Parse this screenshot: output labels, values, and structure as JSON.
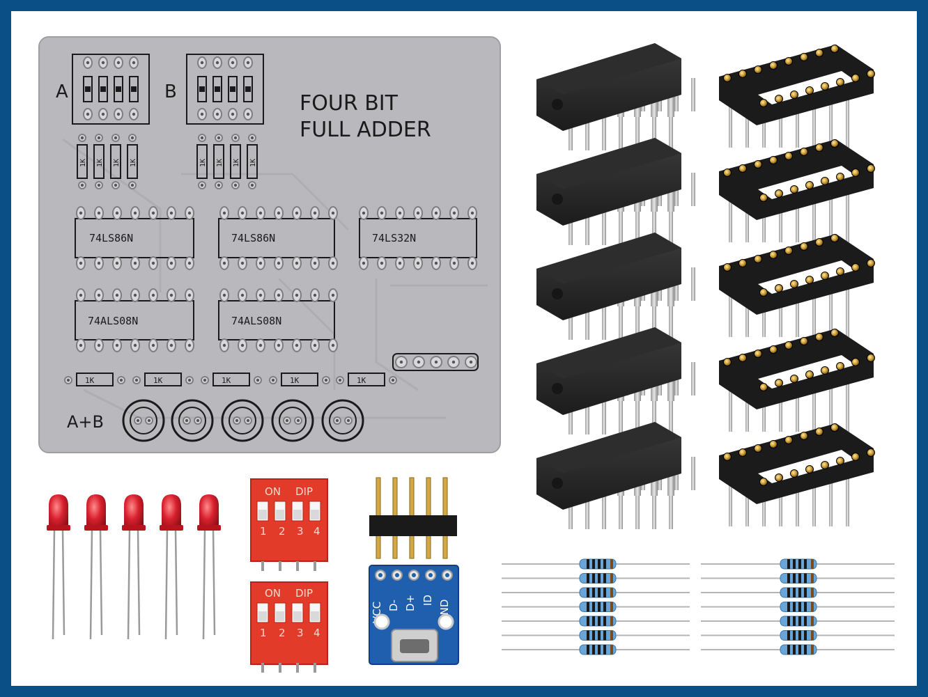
{
  "pcb": {
    "title_line1": "FOUR BIT",
    "title_line2": "FULL ADDER",
    "label_a": "A",
    "label_b": "B",
    "label_sum": "A+B",
    "resistor_label": "1K",
    "chips": [
      "74LS86N",
      "74LS86N",
      "74LS32N",
      "74ALS08N",
      "74ALS08N"
    ]
  },
  "dip_switch": {
    "on_label": "ON",
    "dip_label": "DIP",
    "numbers": [
      "1",
      "2",
      "3",
      "4"
    ]
  },
  "usb_breakout": {
    "pins": [
      "VCC",
      "D-",
      "D+",
      "ID",
      "GND"
    ]
  },
  "colors": {
    "background": "#0a4f86",
    "pcb": "#b9b9bd",
    "led": "#d8202e",
    "dip": "#e23b2a",
    "breakout": "#1f5fae"
  },
  "counts": {
    "ic_chips": 5,
    "ic_sockets": 5,
    "leds": 5,
    "dip_switches": 2,
    "resistors": 14
  }
}
